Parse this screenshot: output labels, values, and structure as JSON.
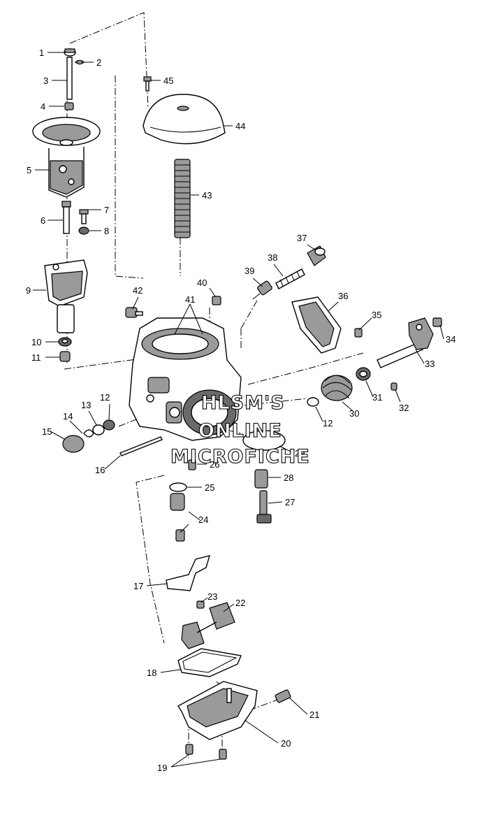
{
  "watermark": {
    "line1": "HLSM'S",
    "line2": "ONLINE",
    "line3": "MICROFICHE"
  },
  "callouts": [
    "1",
    "2",
    "3",
    "4",
    "5",
    "6",
    "7",
    "8",
    "9",
    "10",
    "11",
    "12",
    "13",
    "14",
    "15",
    "16",
    "17",
    "18",
    "19",
    "20",
    "21",
    "22",
    "23",
    "24",
    "25",
    "26",
    "27",
    "28",
    "29",
    "30",
    "31",
    "32",
    "33",
    "34",
    "35",
    "36",
    "37",
    "38",
    "39",
    "40",
    "41",
    "42",
    "43",
    "44",
    "45",
    "12"
  ]
}
